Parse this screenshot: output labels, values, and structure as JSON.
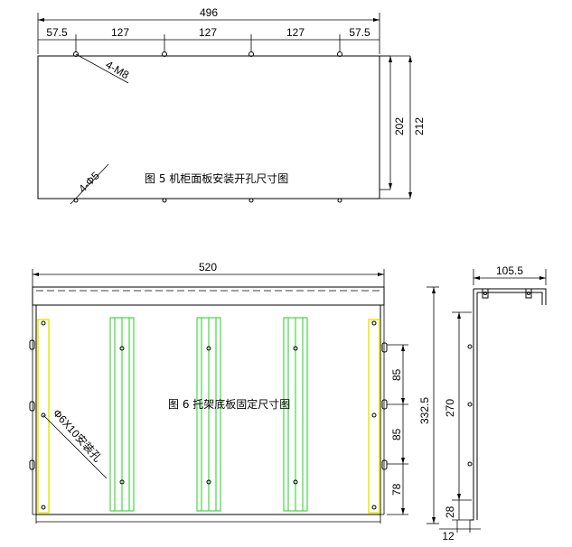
{
  "fig5": {
    "caption": "图 5 机柜面板安装开孔尺寸图",
    "dims": {
      "overall_width": "496",
      "seg1": "57.5",
      "seg2": "127",
      "seg3": "127",
      "seg4": "127",
      "seg5": "57.5",
      "inner_height": "202",
      "outer_height": "212"
    },
    "callouts": {
      "thread_holes": "4-M8",
      "round_holes": "4-Ф5"
    }
  },
  "fig6": {
    "caption": "图 6 托架底板固定尺寸图",
    "dims": {
      "overall_width": "520",
      "hole_spacing_1": "85",
      "hole_spacing_2": "85",
      "bottom_offset": "78",
      "total_height": "332.5"
    },
    "callouts": {
      "slot_holes": "Ф6X10安装孔"
    }
  },
  "side_view": {
    "dims": {
      "depth": "105.5",
      "height": "270",
      "base_offset": "28",
      "flange": "12"
    }
  },
  "colors": {
    "rail": "#22d022",
    "slot_strip": "#e8e800",
    "line": "#000000"
  }
}
